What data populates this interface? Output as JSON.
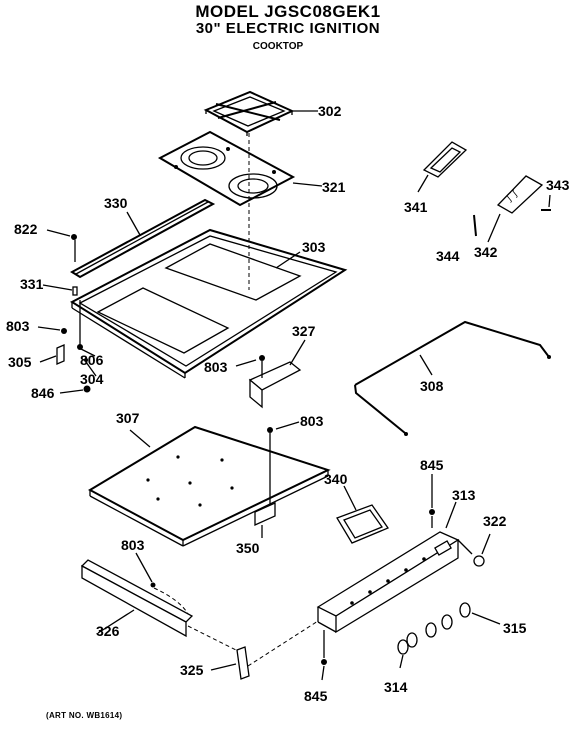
{
  "header": {
    "model": "MODEL JGSC08GEK1",
    "subtitle": "30\" ELECTRIC IGNITION",
    "section": "COOKTOP"
  },
  "footer": {
    "art_no": "(ART NO. WB1614)"
  },
  "parts": [
    {
      "id": "p302",
      "label": "302"
    },
    {
      "id": "p321",
      "label": "321"
    },
    {
      "id": "p330",
      "label": "330"
    },
    {
      "id": "p822",
      "label": "822"
    },
    {
      "id": "p303",
      "label": "303"
    },
    {
      "id": "p331",
      "label": "331"
    },
    {
      "id": "p803a",
      "label": "803"
    },
    {
      "id": "p305",
      "label": "305"
    },
    {
      "id": "p806",
      "label": "806"
    },
    {
      "id": "p304",
      "label": "304"
    },
    {
      "id": "p846",
      "label": "846"
    },
    {
      "id": "p327",
      "label": "327"
    },
    {
      "id": "p803b",
      "label": "803"
    },
    {
      "id": "p803c",
      "label": "803"
    },
    {
      "id": "p307",
      "label": "307"
    },
    {
      "id": "p350",
      "label": "350"
    },
    {
      "id": "p341",
      "label": "341"
    },
    {
      "id": "p343",
      "label": "343"
    },
    {
      "id": "p344",
      "label": "344"
    },
    {
      "id": "p342",
      "label": "342"
    },
    {
      "id": "p308",
      "label": "308"
    },
    {
      "id": "p340",
      "label": "340"
    },
    {
      "id": "p845a",
      "label": "845"
    },
    {
      "id": "p313",
      "label": "313"
    },
    {
      "id": "p322",
      "label": "322"
    },
    {
      "id": "p803d",
      "label": "803"
    },
    {
      "id": "p326",
      "label": "326"
    },
    {
      "id": "p315",
      "label": "315"
    },
    {
      "id": "p325",
      "label": "325"
    },
    {
      "id": "p314",
      "label": "314"
    },
    {
      "id": "p845b",
      "label": "845"
    }
  ]
}
